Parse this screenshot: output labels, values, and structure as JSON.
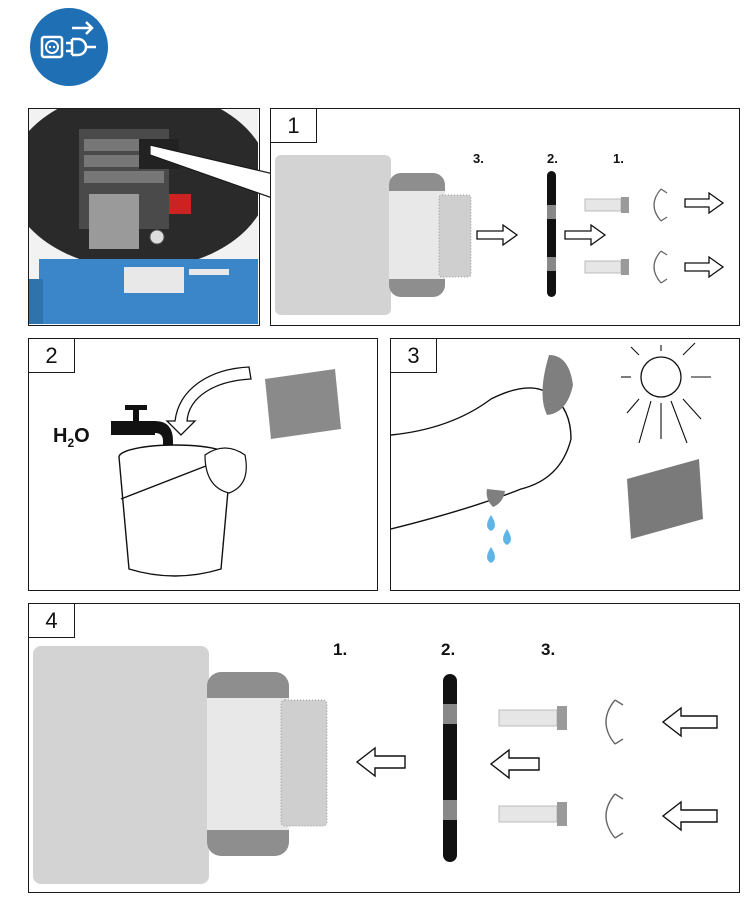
{
  "header": {
    "icon": "disconnect-power-plug-icon",
    "icon_color": "#1f6fb5"
  },
  "panels": {
    "p1": {
      "number": "1",
      "steps": [
        "3.",
        "2.",
        "1."
      ]
    },
    "p2": {
      "number": "2",
      "water_symbol": "H",
      "water_sub": "2",
      "water_suffix": "O"
    },
    "p3": {
      "number": "3"
    },
    "p4": {
      "number": "4",
      "steps": [
        "1.",
        "2.",
        "3."
      ]
    }
  },
  "colors": {
    "housing": "#d3d3d3",
    "seal": "#8e8e8e",
    "ring": "#111111",
    "filter": "#cfcfcf",
    "compressor_blue": "#3a86c8",
    "water_drop": "#5fb6e6"
  }
}
